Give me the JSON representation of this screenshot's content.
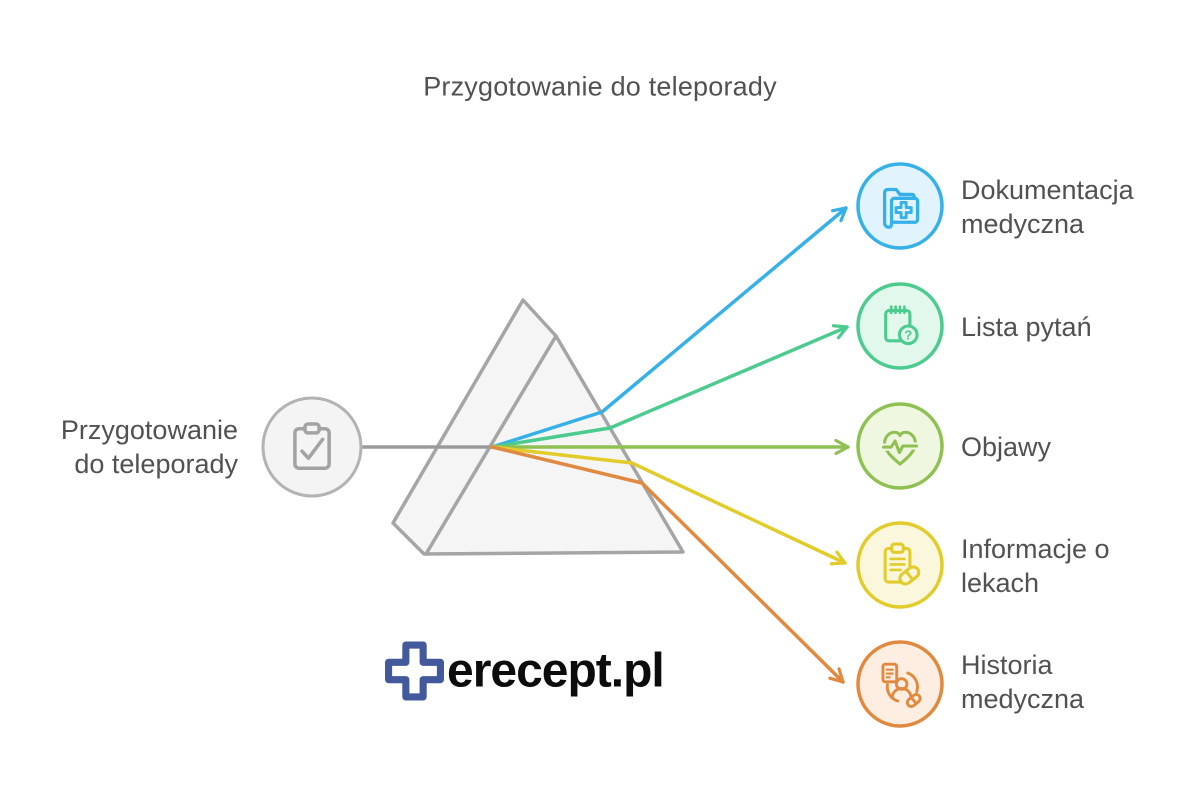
{
  "title": "Przygotowanie do teleporady",
  "source": {
    "label": "Przygotowanie\ndo teleporady",
    "icon": "clipboard-check"
  },
  "outputs": [
    {
      "label": "Dokumentacja\nmedyczna",
      "icon": "medical-folder",
      "color": "#35b1e8",
      "fill": "#e1f3fc"
    },
    {
      "label": "Lista pytań",
      "icon": "notepad-question",
      "glyph": "?",
      "color": "#4ccb8e",
      "fill": "#e2f8ec"
    },
    {
      "label": "Objawy",
      "icon": "heart-pulse",
      "color": "#8ec152",
      "fill": "#f0f7e0"
    },
    {
      "label": "Informacje o\nlekach",
      "icon": "clipboard-pill",
      "color": "#e2cc2b",
      "fill": "#fbf7dd"
    },
    {
      "label": "Historia\nmedyczna",
      "icon": "patient-records",
      "color": "#e0893f",
      "fill": "#fdeee1"
    }
  ],
  "logo": {
    "text": "erecept.pl",
    "cross_color": "#42599b",
    "text_color": "#0c0c0c"
  },
  "colors": {
    "text": "#515151",
    "background": "#ffffff",
    "prism_fill": "#f5f5f5",
    "prism_stroke": "#a5a5a5",
    "beam": "#9b9b9b",
    "source_stroke": "#b3b3b3",
    "source_fill": "#f4f4f4",
    "source_icon": "#a3a3a3"
  }
}
